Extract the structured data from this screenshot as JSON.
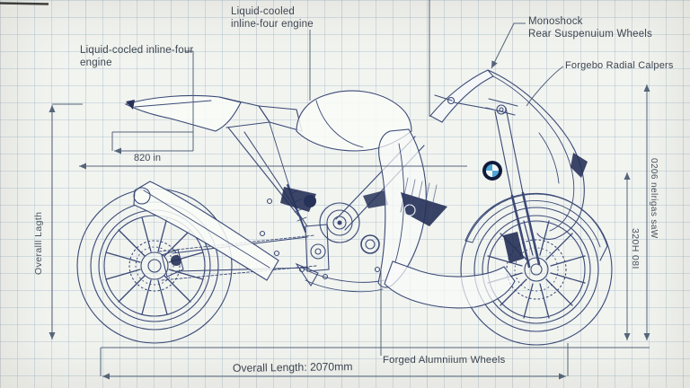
{
  "scene": {
    "type": "technical blueprint diagram",
    "subject": "sport motorcycle side view on graph-paper grid"
  },
  "colors": {
    "background": "#f2f4f0",
    "grid_line": "#b9cdd8",
    "drawing_ink": "#3b4a76",
    "dark_fill": "#273259",
    "dimension_line": "#55647a",
    "label_text": "#3d4550",
    "roundel_navy": "#101b3c",
    "roundel_blue": "#4da6d6"
  },
  "icons": {
    "logo": "bmw-roundel"
  },
  "labels": {
    "engine_left": {
      "line1": "Liquid-cocled inline-four",
      "line2": "engine"
    },
    "engine_center": {
      "line1": "Liquid-cooled",
      "line2": "inline-four engine"
    },
    "monoshock": {
      "line1": "Monoshock",
      "line2": "Rear Suspenuium Wheels"
    },
    "calipers": "Forgebo Radial Calpers",
    "forged_wheels": "Forged Alumniium Wheels"
  },
  "dimensions": {
    "overall_length": "Overall Length: 2070mm",
    "overall_height": "Overalll Lagth",
    "seat_dim": "820 in",
    "right_inner": "320H 08I",
    "right_outer": "0206 nelrigas saW"
  }
}
